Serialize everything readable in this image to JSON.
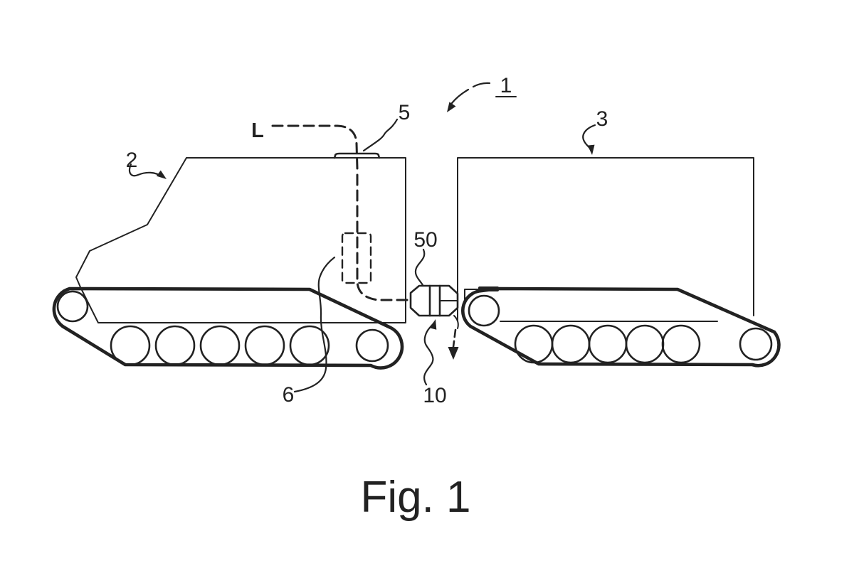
{
  "figure": {
    "caption": "Fig. 1",
    "labels": {
      "assembly": "1",
      "first_vehicle": "2",
      "second_vehicle": "3",
      "roof_fitting": "5",
      "internal_unit": "6",
      "release_point": "10",
      "coupling": "50",
      "centerline": "L"
    }
  },
  "colors": {
    "ink": "#222222",
    "background": "#ffffff"
  }
}
